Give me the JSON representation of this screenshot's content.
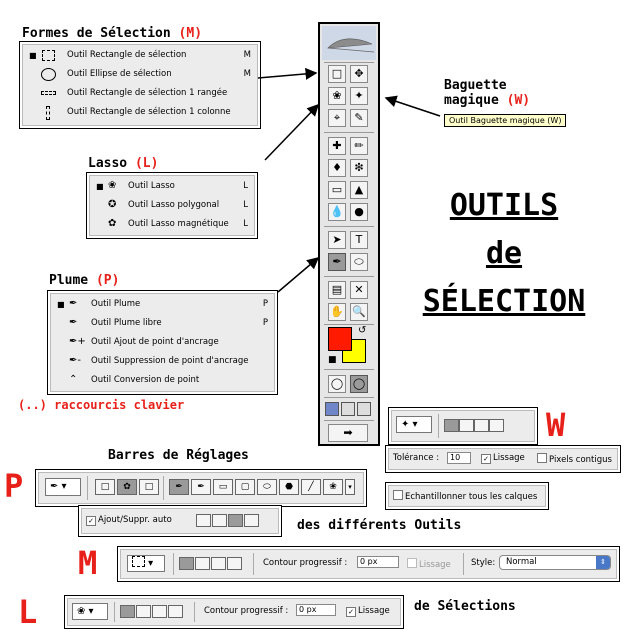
{
  "selection_heading": {
    "title": "Formes de Sélection",
    "shortcut": "(M)"
  },
  "selection_menu": [
    {
      "label": "Outil Rectangle de sélection",
      "key": "M",
      "icon": "rect-marquee-icon",
      "active": true
    },
    {
      "label": "Outil Ellipse de sélection",
      "key": "M",
      "icon": "ellipse-marquee-icon",
      "active": false
    },
    {
      "label": "Outil Rectangle de sélection 1 rangée",
      "key": "",
      "icon": "single-row-icon",
      "active": false
    },
    {
      "label": "Outil Rectangle de sélection 1 colonne",
      "key": "",
      "icon": "single-column-icon",
      "active": false
    }
  ],
  "wand_heading": {
    "line1": "Baguette",
    "line2": "magique",
    "shortcut": "(W)",
    "tooltip": "Outil Baguette magique (W)"
  },
  "lasso_heading": {
    "title": "Lasso",
    "shortcut": "(L)"
  },
  "lasso_menu": [
    {
      "label": "Outil Lasso",
      "key": "L",
      "icon": "lasso-icon",
      "active": true
    },
    {
      "label": "Outil Lasso polygonal",
      "key": "L",
      "icon": "polygonal-lasso-icon",
      "active": false
    },
    {
      "label": "Outil Lasso magnétique",
      "key": "L",
      "icon": "magnetic-lasso-icon",
      "active": false
    }
  ],
  "pen_heading": {
    "title": "Plume",
    "shortcut": "(P)"
  },
  "pen_menu": [
    {
      "label": "Outil Plume",
      "key": "P",
      "icon": "pen-icon",
      "active": true
    },
    {
      "label": "Outil Plume libre",
      "key": "P",
      "icon": "freeform-pen-icon",
      "active": false
    },
    {
      "label": "Outil Ajout de point d'ancrage",
      "key": "",
      "icon": "add-anchor-icon",
      "active": false
    },
    {
      "label": "Outil Suppression de point d'ancrage",
      "key": "",
      "icon": "delete-anchor-icon",
      "active": false
    },
    {
      "label": "Outil Conversion de point",
      "key": "",
      "icon": "convert-point-icon",
      "active": false
    }
  ],
  "shortcuts_note": "(..) raccourcis clavier",
  "big_title": {
    "line1": "OUTILS",
    "line2": "de",
    "line3": "SÉLECTION"
  },
  "settings_heading": "Barres de Réglages",
  "settings_subheading": "des différents Outils",
  "selections_caption": "de Sélections",
  "letters": {
    "w": "W",
    "p": "P",
    "m": "M",
    "l": "L"
  },
  "wand_options": {
    "tolerance_label": "Tolérance :",
    "tolerance_value": "10",
    "lissage_label": "Lissage",
    "contigus_label": "Pixels contigus",
    "sample_label": "Echantillonner tous les calques"
  },
  "pen_options": {
    "ajout_label": "Ajout/Suppr. auto"
  },
  "marquee_options": {
    "feather_label": "Contour progressif :",
    "feather_value": "0 px",
    "lissage_label": "Lissage",
    "style_label": "Style:",
    "style_value": "Normal"
  },
  "lasso_options": {
    "feather_label": "Contour progressif :",
    "feather_value": "0 px",
    "lissage_label": "Lissage"
  },
  "colors": {
    "foreground": "#ff1a00",
    "background": "#ffff00",
    "accent_text": "#e8201a"
  }
}
